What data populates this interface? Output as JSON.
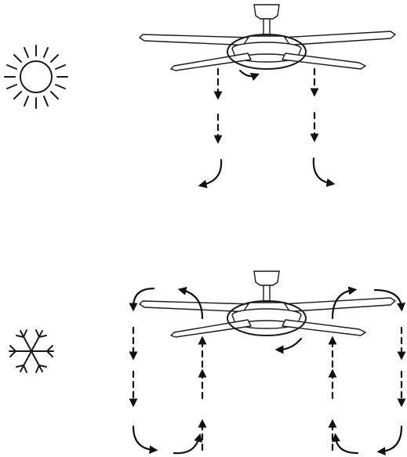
{
  "modes": [
    {
      "id": "summer",
      "icon": "sun-icon",
      "airflow": "downward"
    },
    {
      "id": "winter",
      "icon": "snowflake-icon",
      "airflow": "upward"
    }
  ],
  "colors": {
    "ink": "#1a1a1a",
    "background": "#ffffff"
  }
}
